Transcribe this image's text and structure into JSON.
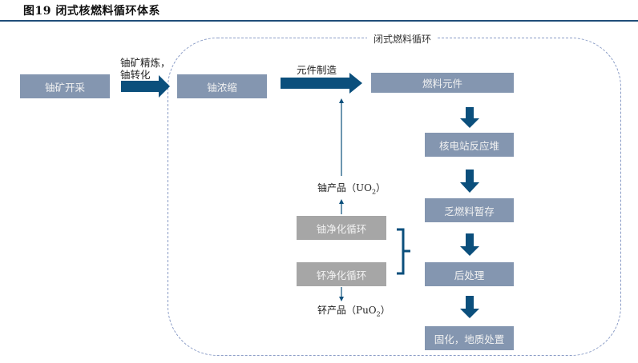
{
  "title": "图19 闭式核燃料循环体系",
  "cycle_label": "闭式燃料循环",
  "colors": {
    "process_box": "#8496b0",
    "purification_box": "#a6a6a6",
    "arrow": "#0b4f7c",
    "rule": "#1f4e79",
    "cycle_border": "#8a9cc6"
  },
  "nodes": {
    "mining": "铀矿开采",
    "enrichment": "铀浓缩",
    "fuel_element": "燃料元件",
    "reactor": "核电站反应堆",
    "spent_fuel": "乏燃料暂存",
    "reprocessing": "后处理",
    "disposal": "固化，地质处置",
    "uranium_purification": "铀净化循环",
    "plutonium_purification": "钚净化循环"
  },
  "edge_labels": {
    "refining_line1": "铀矿精炼，",
    "refining_line2": "铀转化",
    "fabrication": "元件制造",
    "uranium_product": "铀产品（UO",
    "uranium_product_sub": "2",
    "uranium_product_end": "）",
    "plutonium_product": "钚产品（PuO",
    "plutonium_product_sub": "2",
    "plutonium_product_end": "）"
  }
}
